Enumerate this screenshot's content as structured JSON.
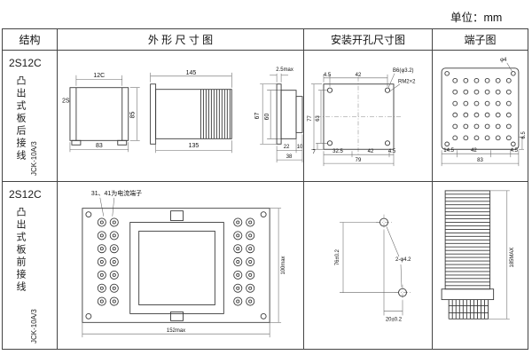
{
  "unit": "单位：mm",
  "headers": {
    "structure": "结构",
    "outline": "外 形 尺 寸 图",
    "install": "安装开孔尺寸图",
    "terminal": "端子图"
  },
  "row1": {
    "model": "2S12C",
    "mount": "凸出式板后接线",
    "type": "JCK-10A/3",
    "outline": {
      "top_w": "12C",
      "side": "2S",
      "front_w": "83",
      "front_h": "85",
      "body_l": "145",
      "case_l": "135",
      "h67": "67",
      "h60": "60",
      "flange": "2.5max",
      "d22": "22",
      "d10": "10",
      "d38": "38"
    },
    "install": {
      "d45t": "4.5",
      "d42t": "42",
      "hole": "B6(φ3.2)",
      "screw": "RM2×2",
      "d77": "77",
      "d63": "63",
      "d7": "7",
      "d325": "32.5",
      "d42b": "42",
      "d45b": "4.5",
      "d79": "79"
    },
    "terminal": {
      "hole": "φ4",
      "d145": "14.5",
      "d42": "42",
      "d45": "4.5",
      "d83": "83",
      "d65": "6.5"
    }
  },
  "row2": {
    "model": "2S12C",
    "mount": "凸出式板前接线",
    "type": "JCK-10A/3",
    "outline": {
      "note": "31、41为电流端子",
      "h": "100max",
      "w": "152max"
    },
    "install": {
      "dv": "76±0.2",
      "hole": "2-φ4.2",
      "dh": "20±0.2"
    },
    "side": {
      "h": "185MAX"
    }
  }
}
